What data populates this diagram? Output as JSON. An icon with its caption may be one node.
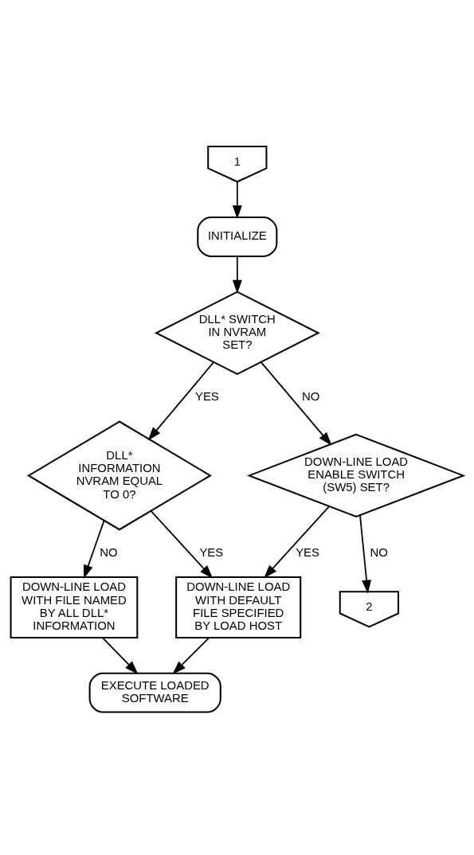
{
  "diagram": {
    "nodes": [
      {
        "text": [
          "1"
        ]
      },
      {
        "text": [
          "INITIALIZE"
        ]
      },
      {
        "text": [
          "DLL* SWITCH IN NVRAM SET?"
        ]
      },
      {
        "text": [
          "DLL* INFORMATION NVRAM EQUAL TO 0?"
        ]
      },
      {
        "text": [
          "DOWN-LINE LOAD ENABLE SWITCH (SW5) SET?"
        ]
      },
      {
        "text": [
          "DOWN-LINE LOAD WITH FILE NAMED BY ALL DLL* INFORMATION"
        ]
      },
      {
        "text": [
          "DOWN-LINE LOAD WITH DEFAULT FILE SPECIFIED BY LOAD HOST"
        ]
      },
      {
        "text": [
          "EXECUTE LOADED SOFTWARE"
        ]
      },
      {
        "text": [
          "2"
        ]
      }
    ],
    "edges": [
      {
        "from": 0,
        "to": 1,
        "arrow": "to"
      },
      {
        "from": 1,
        "to": 2,
        "arrow": "to"
      },
      {
        "from": 2,
        "to": 3,
        "arrow": "to",
        "label": "YES"
      },
      {
        "from": 2,
        "to": 4,
        "arrow": "to",
        "label": "NO"
      },
      {
        "from": 3,
        "to": 5,
        "arrow": "to",
        "label": "NO"
      },
      {
        "from": 3,
        "to": 6,
        "arrow": "to",
        "label": "YES"
      },
      {
        "from": 4,
        "to": 6,
        "arrow": "to",
        "label": "YES"
      },
      {
        "from": 4,
        "to": 8,
        "arrow": "to",
        "label": "NO"
      },
      {
        "from": 5,
        "to": 7,
        "arrow": "to"
      },
      {
        "from": 6,
        "to": 7,
        "arrow": "to"
      }
    ]
  }
}
